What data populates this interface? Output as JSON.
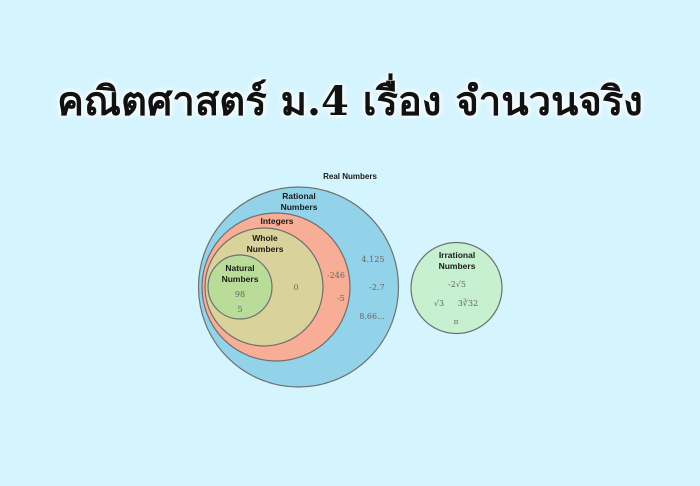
{
  "title": "คณิตศาสตร์ ม.4 เรื่อง จำนวนจริง",
  "colors": {
    "background": "#d4f4fe",
    "real": "#93d3ea",
    "integers": "#f8ae96",
    "whole": "#d9d29a",
    "natural": "#b9dd99",
    "irrational": "#c6f0cf",
    "stroke": "#6f6f6f"
  },
  "diagram": {
    "real_label": "Real Numbers",
    "rational_label_1": "Rational",
    "rational_label_2": "Numbers",
    "integers_label": "Integers",
    "whole_label_1": "Whole",
    "whole_label_2": "Numbers",
    "natural_label_1": "Natural",
    "natural_label_2": "Numbers",
    "natural_examples": [
      "98",
      "5"
    ],
    "whole_examples": [
      "0"
    ],
    "integer_examples": [
      "-246",
      "-5"
    ],
    "rational_examples": [
      "4.125",
      "-2.7",
      "8.66..."
    ],
    "irrational_label_1": "Irrational",
    "irrational_label_2": "Numbers",
    "irrational_examples": [
      "-2√5",
      "√3",
      "3∛32",
      "π"
    ]
  }
}
